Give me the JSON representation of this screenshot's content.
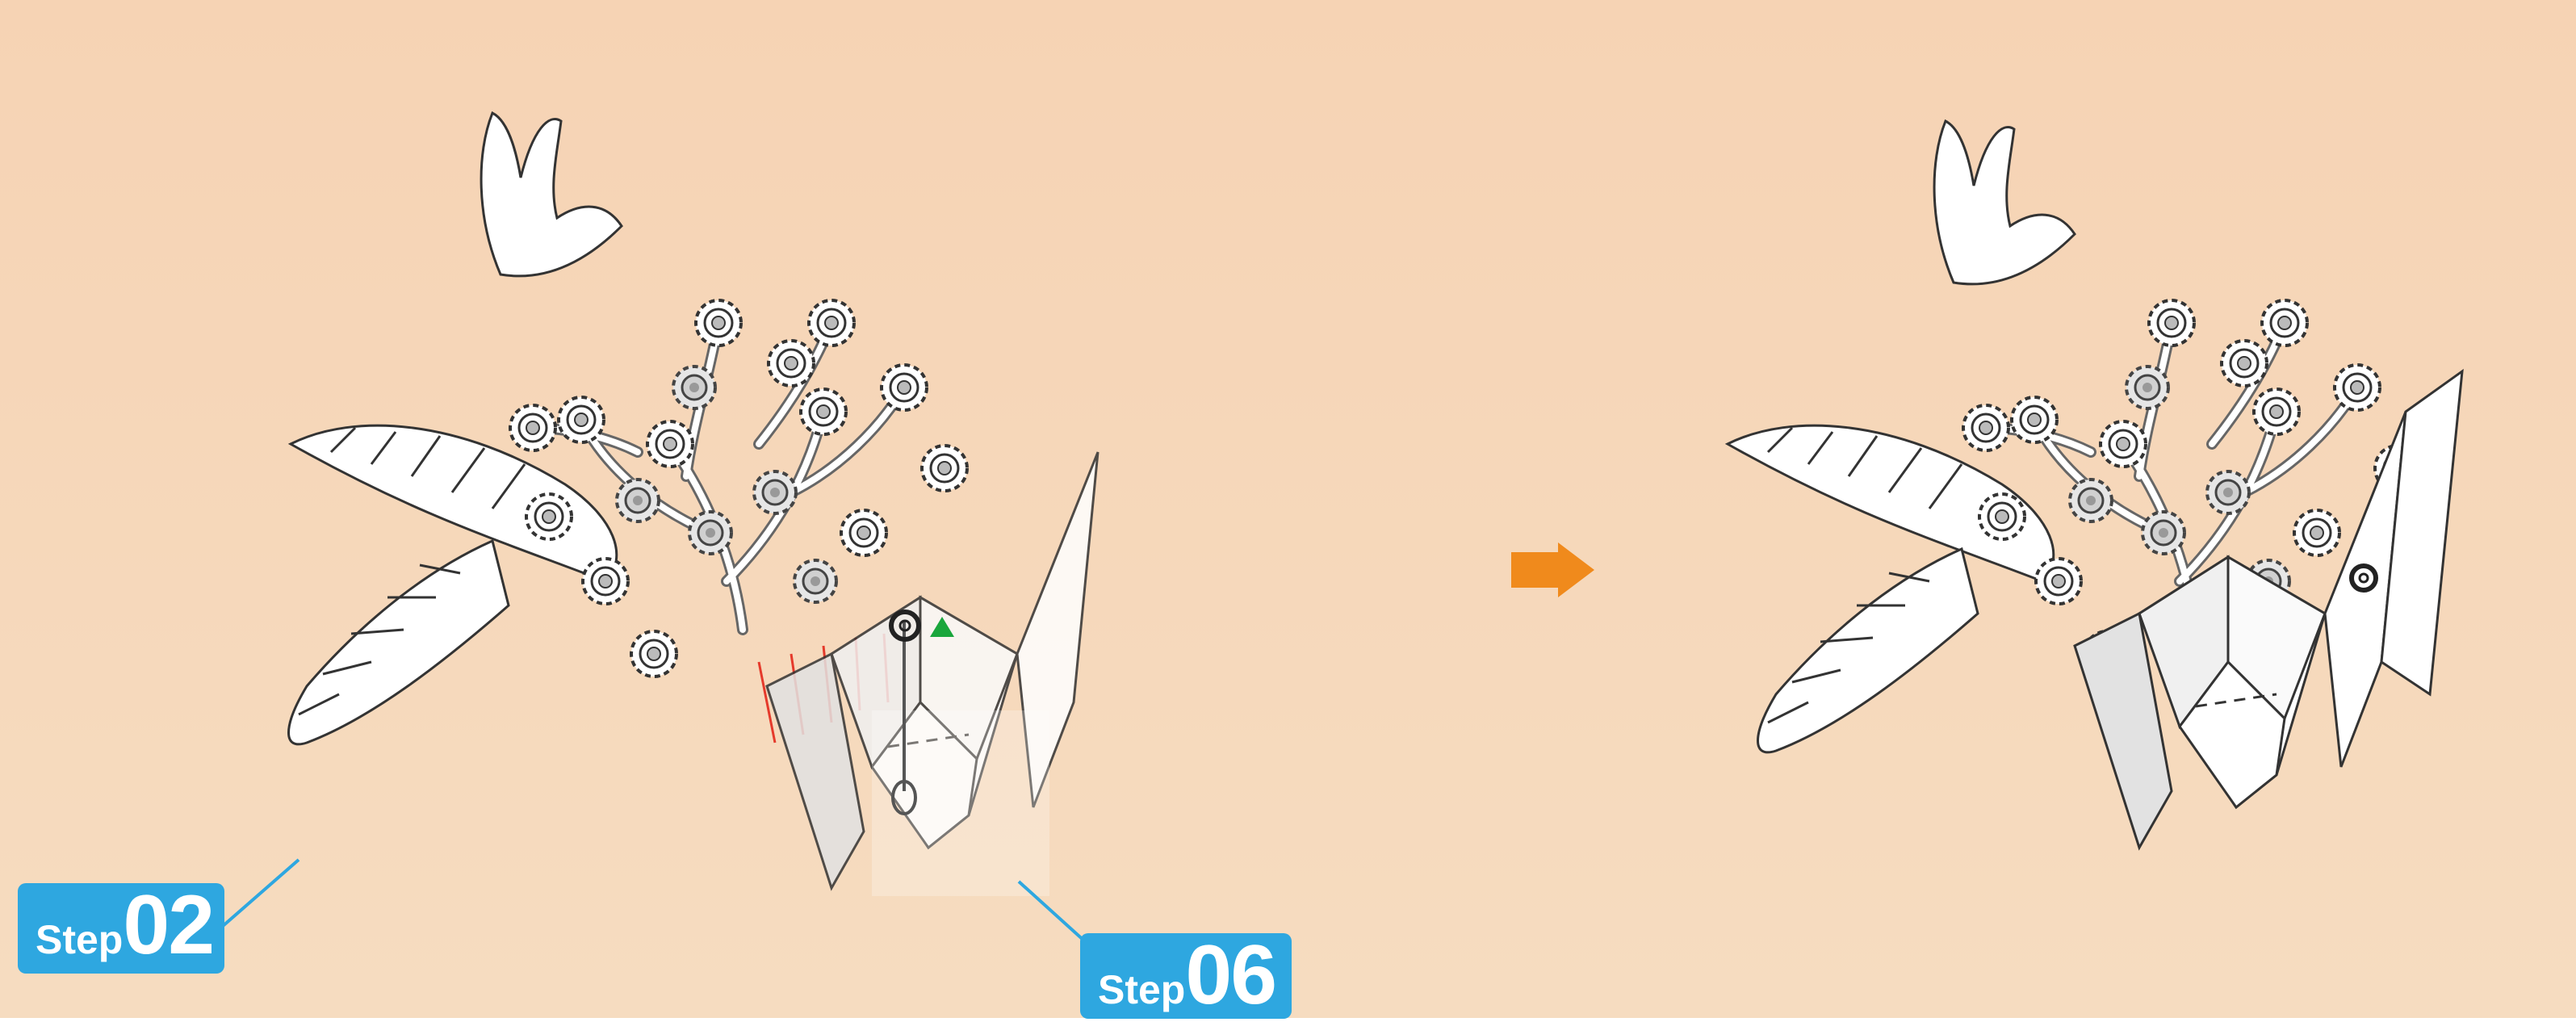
{
  "labels": {
    "step_a": {
      "word": "Step",
      "number": "02"
    },
    "step_b": {
      "word": "Step",
      "number": "06"
    }
  },
  "icons": {
    "transition": "arrow-right-icon",
    "hole": "ring-hole-icon",
    "direction": "triangle-up-icon"
  },
  "colors": {
    "background": "#f5d7b8",
    "label": "#2ea7e0",
    "arrow": "#f08a1c",
    "triangle": "#1aa63c",
    "guide": "#e53a2b"
  }
}
